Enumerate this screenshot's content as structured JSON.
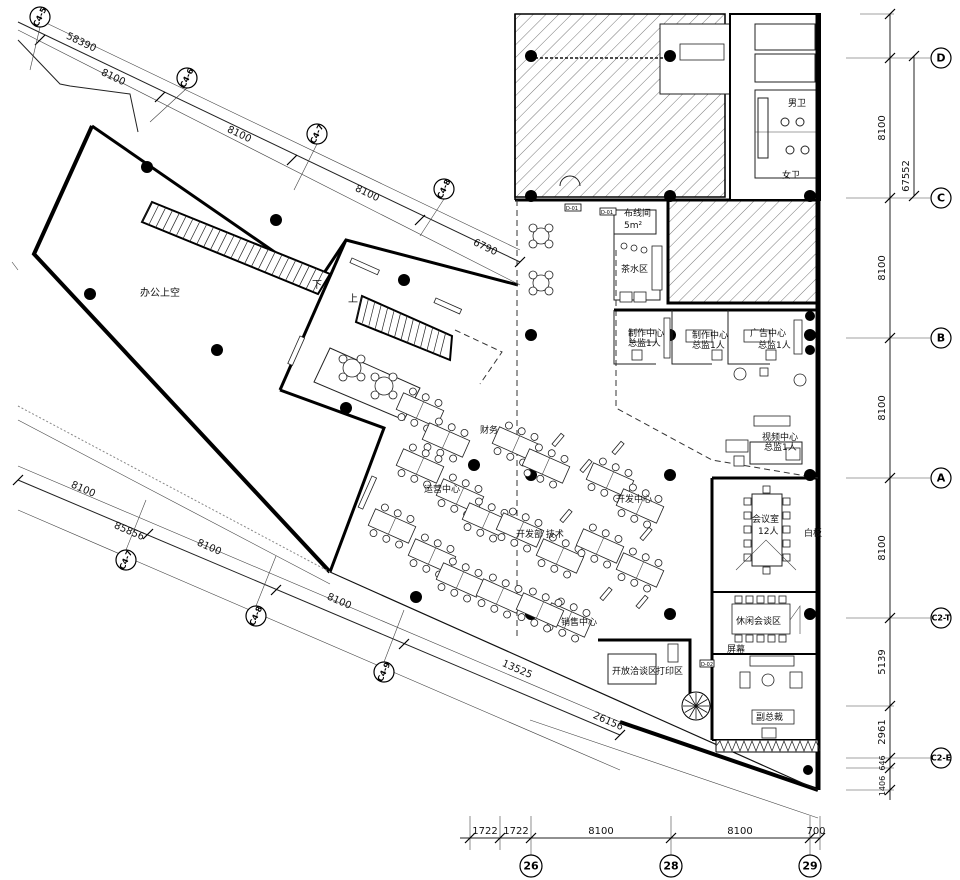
{
  "drawing": {
    "axis_labels_right": [
      "D",
      "C",
      "B",
      "A",
      "C2-T",
      "C2-E"
    ],
    "axis_labels_bottom": [
      "26",
      "28",
      "29"
    ],
    "axis_labels_diagonal_top": [
      "C4-5",
      "C4-6",
      "C4-7",
      "C4-8"
    ],
    "axis_labels_diagonal_bottom": [
      "C4-7",
      "C4-8",
      "C4-9"
    ],
    "dims_right": [
      "8100",
      "8100",
      "8100",
      "8100",
      "5139",
      "2961",
      "646",
      "1406"
    ],
    "dim_right_total": "67552",
    "dims_bottom": [
      "1722",
      "1722",
      "8100",
      "8100",
      "700"
    ],
    "dims_top_diagonal": [
      "58390",
      "8100",
      "8100",
      "8100",
      "6790"
    ],
    "dims_bottom_diagonal": [
      "8100",
      "85856",
      "8100",
      "8100",
      "13525",
      "26156"
    ],
    "rooms": {
      "void": "办公上空",
      "up": "上",
      "down": "下",
      "tea": "茶水区",
      "lift": "布线间",
      "lift_sub": "5m²",
      "prod1": "制作中心",
      "prod1_sub": "总监1人",
      "prod2": "制作中心",
      "prod2_sub": "总监1人",
      "ad": "广告中心",
      "ad_sub": "总监1人",
      "video": "视频中心",
      "video_sub": "总监1人",
      "conf": "会议室",
      "conf_sub": "12人",
      "whiteboard": "白板",
      "leisure": "休闲会谈区",
      "open_talk": "开放洽谈区",
      "print": "打印区",
      "gm": "副总裁",
      "toilet_m": "男卫",
      "toilet_f": "女卫",
      "caiwu": "财务",
      "yunying": "运营中心",
      "kaifa": "开发中心",
      "kaifa2": "开发部 技术",
      "xiaoshou": "销售中心",
      "door_tag1": "D-01",
      "door_tag2": "D-01",
      "door_tag3": "D-02",
      "screen": "屏幕"
    }
  }
}
